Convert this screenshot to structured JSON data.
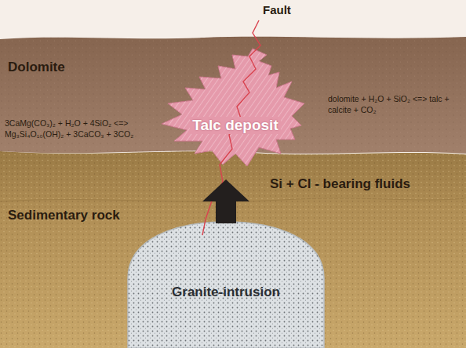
{
  "diagram": {
    "nodes": [
      {
        "text": [
          "Dolomite"
        ]
      },
      {
        "text": [
          "Talc deposit"
        ]
      },
      {
        "text": [
          "Sedimentary rock"
        ]
      },
      {
        "text": [
          "Granite-intrusion"
        ]
      }
    ],
    "edges": [
      {
        "from": 3,
        "to": 1,
        "arrow": "to",
        "label": "Si + Cl - bearing fluids"
      }
    ],
    "labels": [
      "Fault",
      "dolomite + H₂O + SiO₂ <=> talc + calcite + CO₂",
      "3CaMg(CO₃)₂ + H₂O + 4SiO₂ <=> Mg₃Si₄O₁₀(OH)₂ + 3CaCO₃ + 3CO₂"
    ]
  }
}
